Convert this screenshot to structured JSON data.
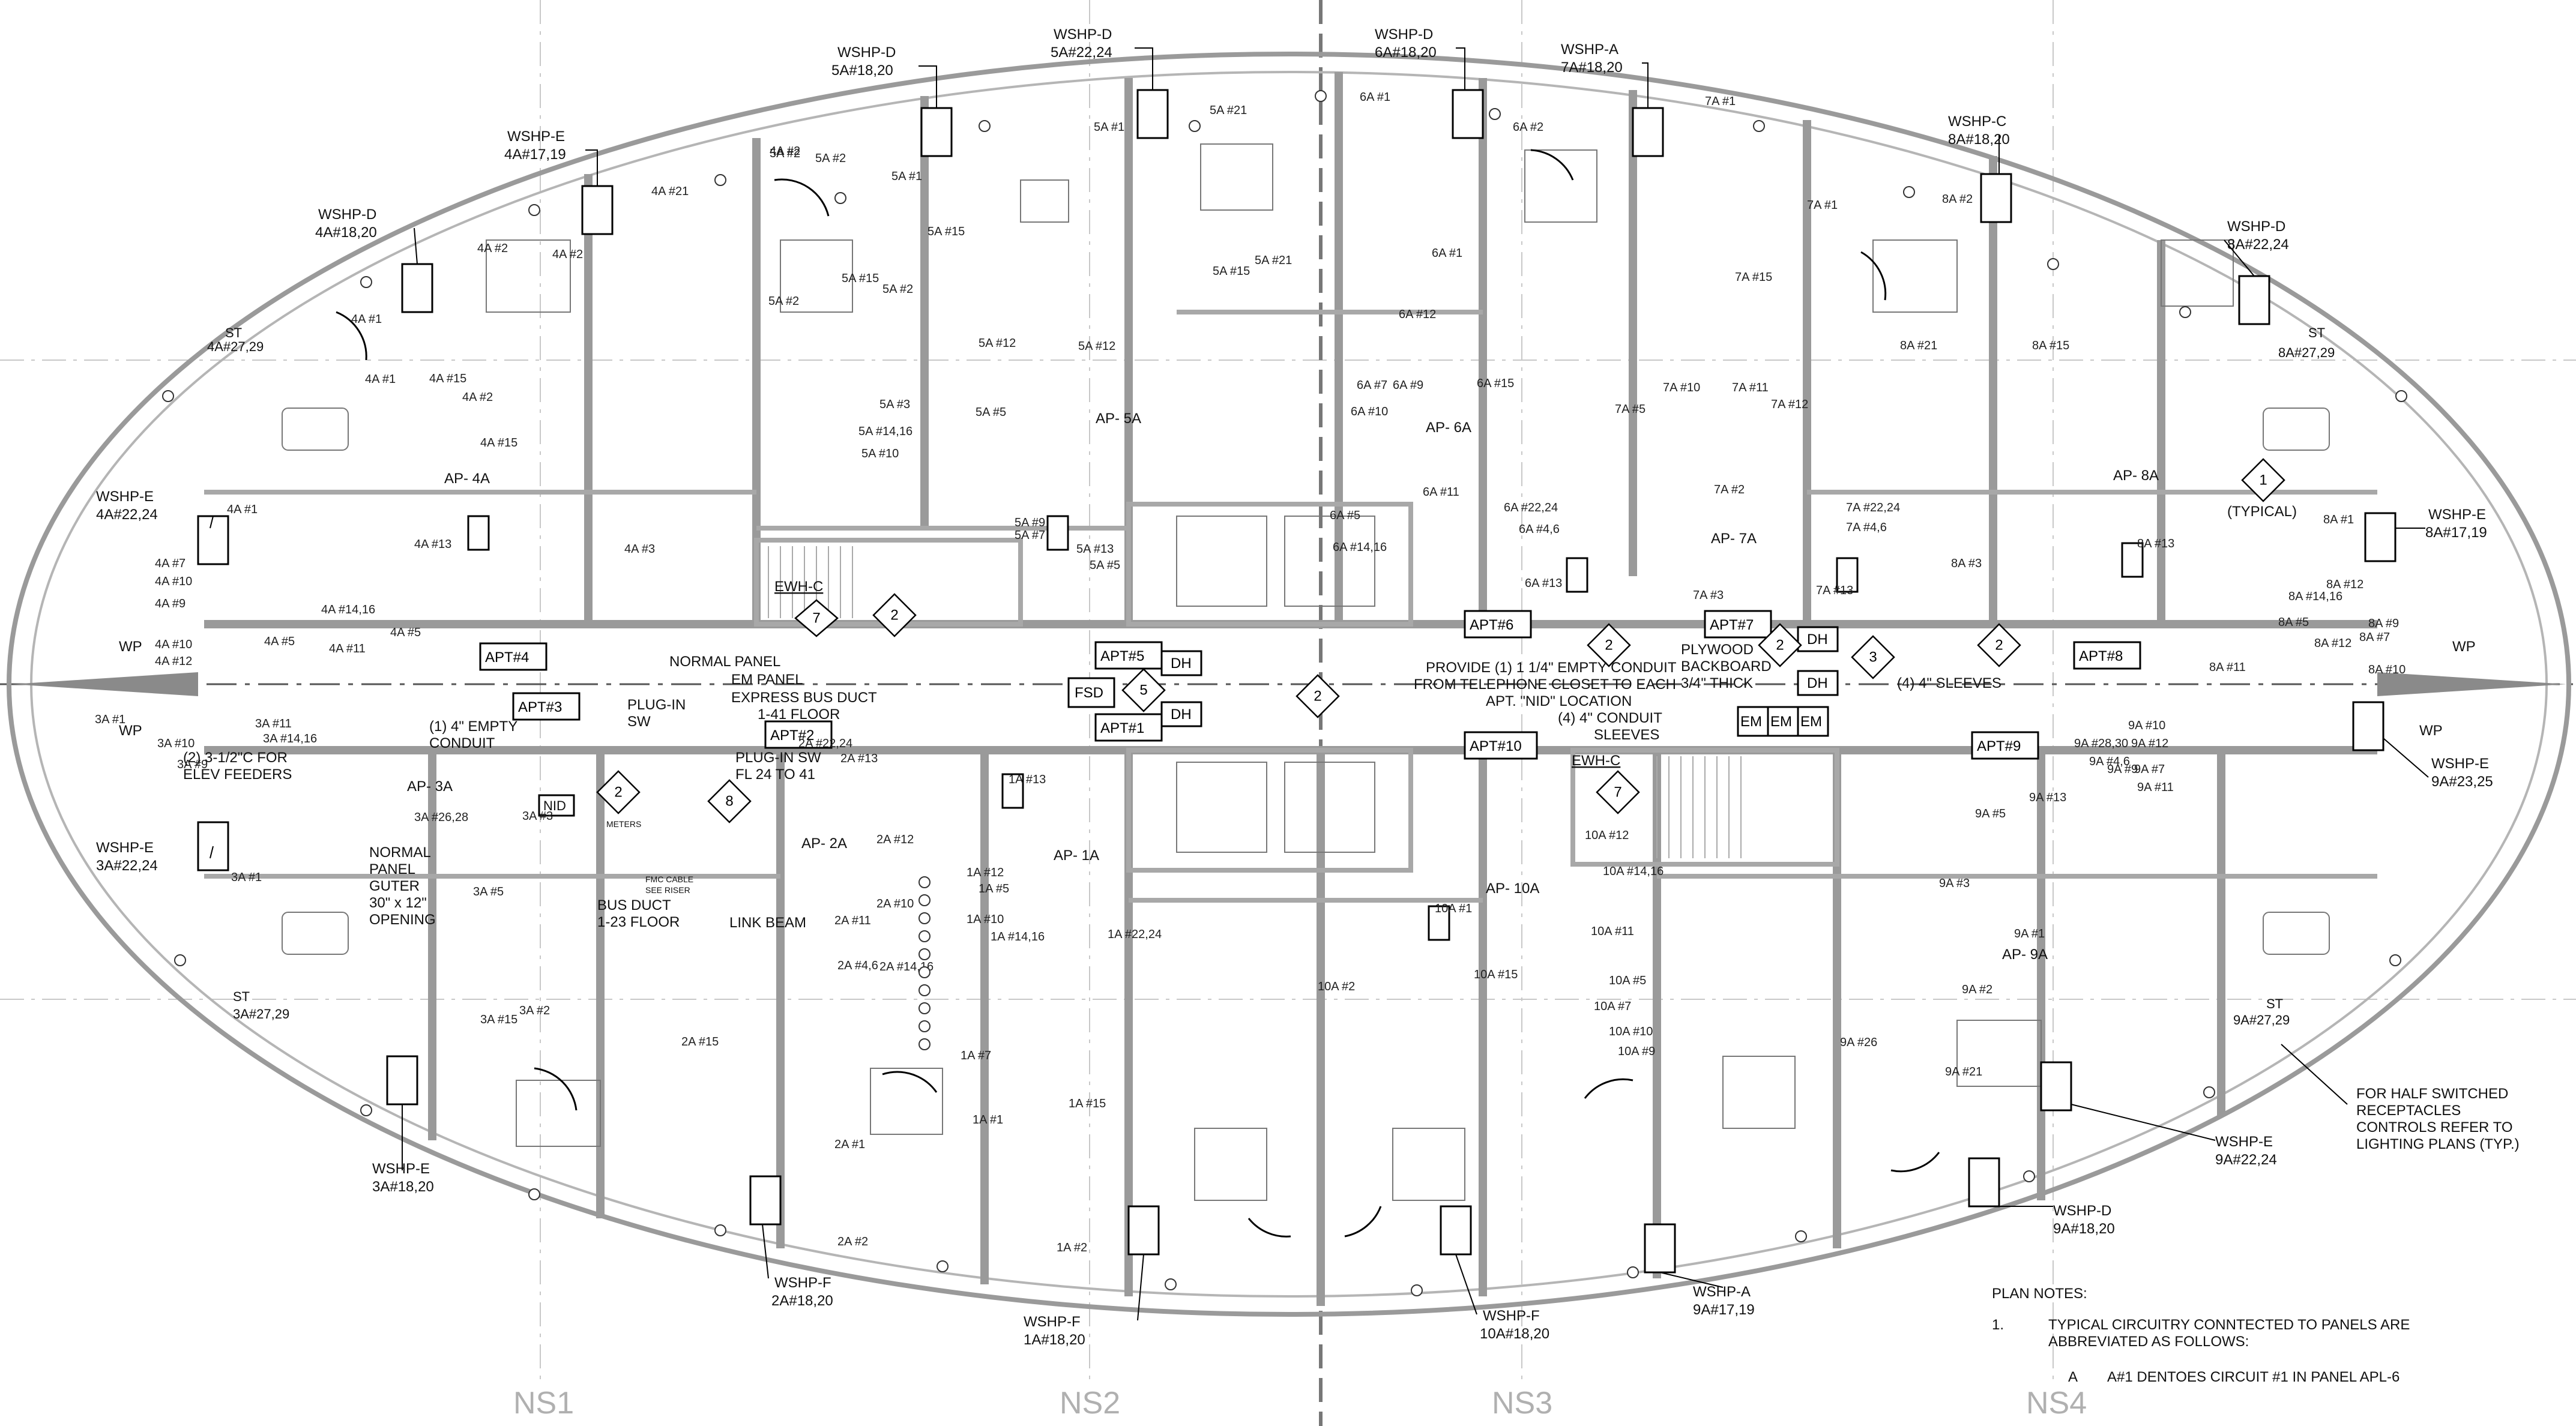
{
  "grid_labels": [
    "NS1",
    "NS2",
    "NS3",
    "NS4"
  ],
  "wshp_labels": [
    {
      "tag": "WSHP-D",
      "circ": "5A#18,20"
    },
    {
      "tag": "WSHP-D",
      "circ": "5A#22,24"
    },
    {
      "tag": "WSHP-D",
      "circ": "6A#18,20"
    },
    {
      "tag": "WSHP-A",
      "circ": "7A#18,20"
    },
    {
      "tag": "WSHP-C",
      "circ": "8A#18,20"
    },
    {
      "tag": "WSHP-E",
      "circ": "4A#17,19"
    },
    {
      "tag": "WSHP-D",
      "circ": "4A#18,20"
    },
    {
      "tag": "WSHP-D",
      "circ": "8A#22,24"
    },
    {
      "tag": "WSHP-E",
      "circ": "4A#22,24"
    },
    {
      "tag": "WSHP-E",
      "circ": "8A#17,19"
    },
    {
      "tag": "WSHP-E",
      "circ": "3A#22,24"
    },
    {
      "tag": "WSHP-E",
      "circ": "9A#23,25"
    },
    {
      "tag": "WSHP-E",
      "circ": "3A#18,20"
    },
    {
      "tag": "WSHP-E",
      "circ": "9A#22,24"
    },
    {
      "tag": "WSHP-D",
      "circ": "9A#18,20"
    },
    {
      "tag": "WSHP-F",
      "circ": "2A#18,20"
    },
    {
      "tag": "WSHP-F",
      "circ": "1A#18,20"
    },
    {
      "tag": "WSHP-F",
      "circ": "10A#18,20"
    },
    {
      "tag": "WSHP-A",
      "circ": "9A#17,19"
    }
  ],
  "apartments": [
    "APT#4",
    "APT#3",
    "APT#2",
    "APT#5",
    "APT#1",
    "APT#6",
    "APT#7",
    "APT#8",
    "APT#10",
    "APT#9"
  ],
  "access_panels": [
    "AP- 4A",
    "AP- 5A",
    "AP- 6A",
    "AP- 7A",
    "AP- 8A",
    "AP- 3A",
    "AP- 2A",
    "AP- 1A",
    "AP- 10A",
    "AP- 9A"
  ],
  "callouts": {
    "normal_panel": "NORMAL PANEL",
    "em_panel": "EM PANEL",
    "express_bus": [
      "EXPRESS BUS DUCT",
      "1-41 FLOOR"
    ],
    "plug_in_sw_left": [
      "PLUG-IN",
      "SW"
    ],
    "plug_in_sw_right": [
      "PLUG-IN SW",
      "FL 24 TO 41"
    ],
    "empty_conduit": [
      "(1) 4\" EMPTY",
      "CONDUIT"
    ],
    "elev_feeders": [
      "(2) 3-1/2\"C FOR",
      "ELEV FEEDERS"
    ],
    "panel_guter": [
      "NORMAL",
      "PANEL",
      "GUTER",
      "30\" x 12\"",
      "OPENING"
    ],
    "bus_duct": [
      "BUS DUCT",
      "1-23 FLOOR"
    ],
    "link_beam": "LINK BEAM",
    "telephone": [
      "PROVIDE (1) 1 1/4\" EMPTY CONDUIT",
      "FROM TELEPHONE CLOSET TO EACH",
      "APT. \"NID\" LOCATION"
    ],
    "conduit_sleeves": [
      "(4) 4\" CONDUIT",
      "SLEEVES"
    ],
    "plywood": [
      "PLYWOOD",
      "BACKBOARD",
      "3/4\" THICK"
    ],
    "sleeves": "(4) 4\" SLEEVES",
    "typical": "(TYPICAL)",
    "half_switched": [
      "FOR HALF SWITCHED",
      "RECEPTACLES",
      "CONTROLS REFER TO",
      "LIGHTING PLANS (TYP.)"
    ],
    "ewh_left": "EWH-C",
    "ewh_right": "EWH-C",
    "fsd": "FSD",
    "dh": "DH",
    "em": "EM",
    "nid": "NID",
    "wp": "WP",
    "fmc": [
      "FMC CABLE",
      "SEE RISER"
    ],
    "meters": "METERS"
  },
  "st_labels": [
    "ST",
    "4A#27,29",
    "ST",
    "8A#27,29",
    "ST",
    "3A#27,29",
    "ST",
    "9A#27,29"
  ],
  "tags": [
    "7",
    "2",
    "5",
    "2",
    "2",
    "2",
    "3",
    "2",
    "1",
    "7",
    "8"
  ],
  "circuits": [
    "4A #2",
    "4A #21",
    "4A #2",
    "4A #2",
    "4A #1",
    "4A #1",
    "4A #15",
    "4A #2",
    "4A #15",
    "4A #13",
    "4A #3",
    "4A #1",
    "4A #7",
    "4A #10",
    "4A #9",
    "4A #10",
    "4A #12",
    "4A #5",
    "4A #11",
    "4A #14,16",
    "4A #5",
    "5A #2",
    "5A #2",
    "5A #1",
    "5A #2",
    "5A #15",
    "5A #2",
    "5A #15",
    "5A #3",
    "5A #14,16",
    "5A #10",
    "5A #12",
    "5A #5",
    "5A #12",
    "5A #9",
    "5A #7",
    "5A #13",
    "5A #5",
    "5A #1",
    "5A #21",
    "5A #15",
    "5A #21",
    "6A #1",
    "6A #2",
    "6A #1",
    "6A #12",
    "6A #7",
    "6A #9",
    "6A #10",
    "6A #11",
    "6A #14,16",
    "6A #5",
    "6A #15",
    "6A #22,24",
    "6A #4,6",
    "6A #13",
    "7A #1",
    "7A #1",
    "7A #15",
    "7A #11",
    "7A #10",
    "7A #12",
    "7A #13",
    "7A #22,24",
    "7A #4,6",
    "7A #3",
    "7A #5",
    "7A #2",
    "8A #2",
    "8A #21",
    "8A #15",
    "8A #13",
    "8A #3",
    "8A #1",
    "8A #12",
    "8A #5",
    "8A #14,16",
    "8A #12",
    "8A #11",
    "8A #10",
    "8A #9",
    "8A #7",
    "3A #1",
    "3A #1",
    "3A #10",
    "3A #9",
    "3A #3",
    "3A #5",
    "3A #2",
    "3A #15",
    "3A #11",
    "3A #14,16",
    "3A #26,28",
    "2A #1",
    "2A #2",
    "2A #15",
    "2A #12",
    "2A #10",
    "2A #11",
    "2A #13",
    "2A #14,16",
    "2A #4,6",
    "2A #22,24",
    "1A #1",
    "1A #2",
    "1A #12",
    "1A #10",
    "1A #13",
    "1A #14,16",
    "1A #5",
    "1A #7",
    "1A #15",
    "1A #22,24",
    "10A #1",
    "10A #2",
    "10A #12",
    "10A #10",
    "10A #14,16",
    "10A #11",
    "10A #5",
    "10A #7",
    "10A #9",
    "10A #15",
    "9A #1",
    "9A #2",
    "9A #21",
    "9A #26",
    "9A #5",
    "9A #3",
    "9A #13",
    "9A #7",
    "9A #9",
    "9A #11",
    "9A #12",
    "9A #10",
    "9A #28,30",
    "9A #4,6"
  ],
  "plan_notes": {
    "title": "PLAN NOTES:",
    "n1_num": "1.",
    "n1_line1": "TYPICAL CIRCUITRY CONNTECTED TO PANELS ARE",
    "n1_line2": "ABBREVIATED AS FOLLOWS:",
    "a_key": "A",
    "a_text": "A#1 DENTOES CIRCUIT #1  IN PANEL APL-6"
  }
}
